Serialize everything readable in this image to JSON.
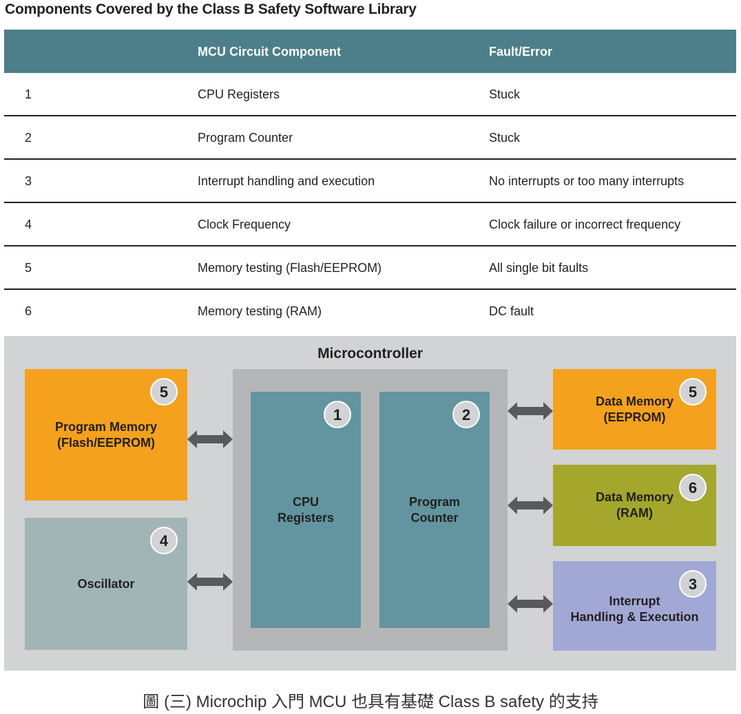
{
  "title": "Components Covered by the Class B Safety Software Library",
  "table": {
    "headers": [
      "",
      "MCU Circuit Component",
      "Fault/Error"
    ],
    "rows": [
      [
        "1",
        "CPU Registers",
        "Stuck"
      ],
      [
        "2",
        "Program Counter",
        "Stuck"
      ],
      [
        "3",
        "Interrupt handling and execution",
        "No interrupts or too many interrupts"
      ],
      [
        "4",
        "Clock Frequency",
        "Clock failure or incorrect frequency"
      ],
      [
        "5",
        "Memory testing (Flash/EEPROM)",
        "All single bit faults"
      ],
      [
        "6",
        "Memory testing (RAM)",
        "DC fault"
      ]
    ]
  },
  "diagram": {
    "title": "Microcontroller",
    "blocks": {
      "program_memory": {
        "line1": "Program Memory",
        "line2": "(Flash/EEPROM)",
        "badge": "5",
        "color": "#f4a11d"
      },
      "oscillator": {
        "line1": "Oscillator",
        "badge": "4",
        "color": "#a1b5b7"
      },
      "cpu_registers": {
        "line1": "CPU",
        "line2": "Registers",
        "badge": "1",
        "color": "#62959f"
      },
      "program_counter": {
        "line1": "Program",
        "line2": "Counter",
        "badge": "2",
        "color": "#62959f"
      },
      "data_eeprom": {
        "line1": "Data Memory",
        "line2": "(EEPROM)",
        "badge": "5",
        "color": "#f4a11d"
      },
      "data_ram": {
        "line1": "Data Memory",
        "line2": "(RAM)",
        "badge": "6",
        "color": "#a4a72c"
      },
      "interrupt": {
        "line1": "Interrupt",
        "line2": "Handling & Execution",
        "badge": "3",
        "color": "#a2a8d6"
      }
    }
  },
  "caption": "圖 (三) Microchip 入門 MCU 也具有基礎 Class B safety 的支持"
}
